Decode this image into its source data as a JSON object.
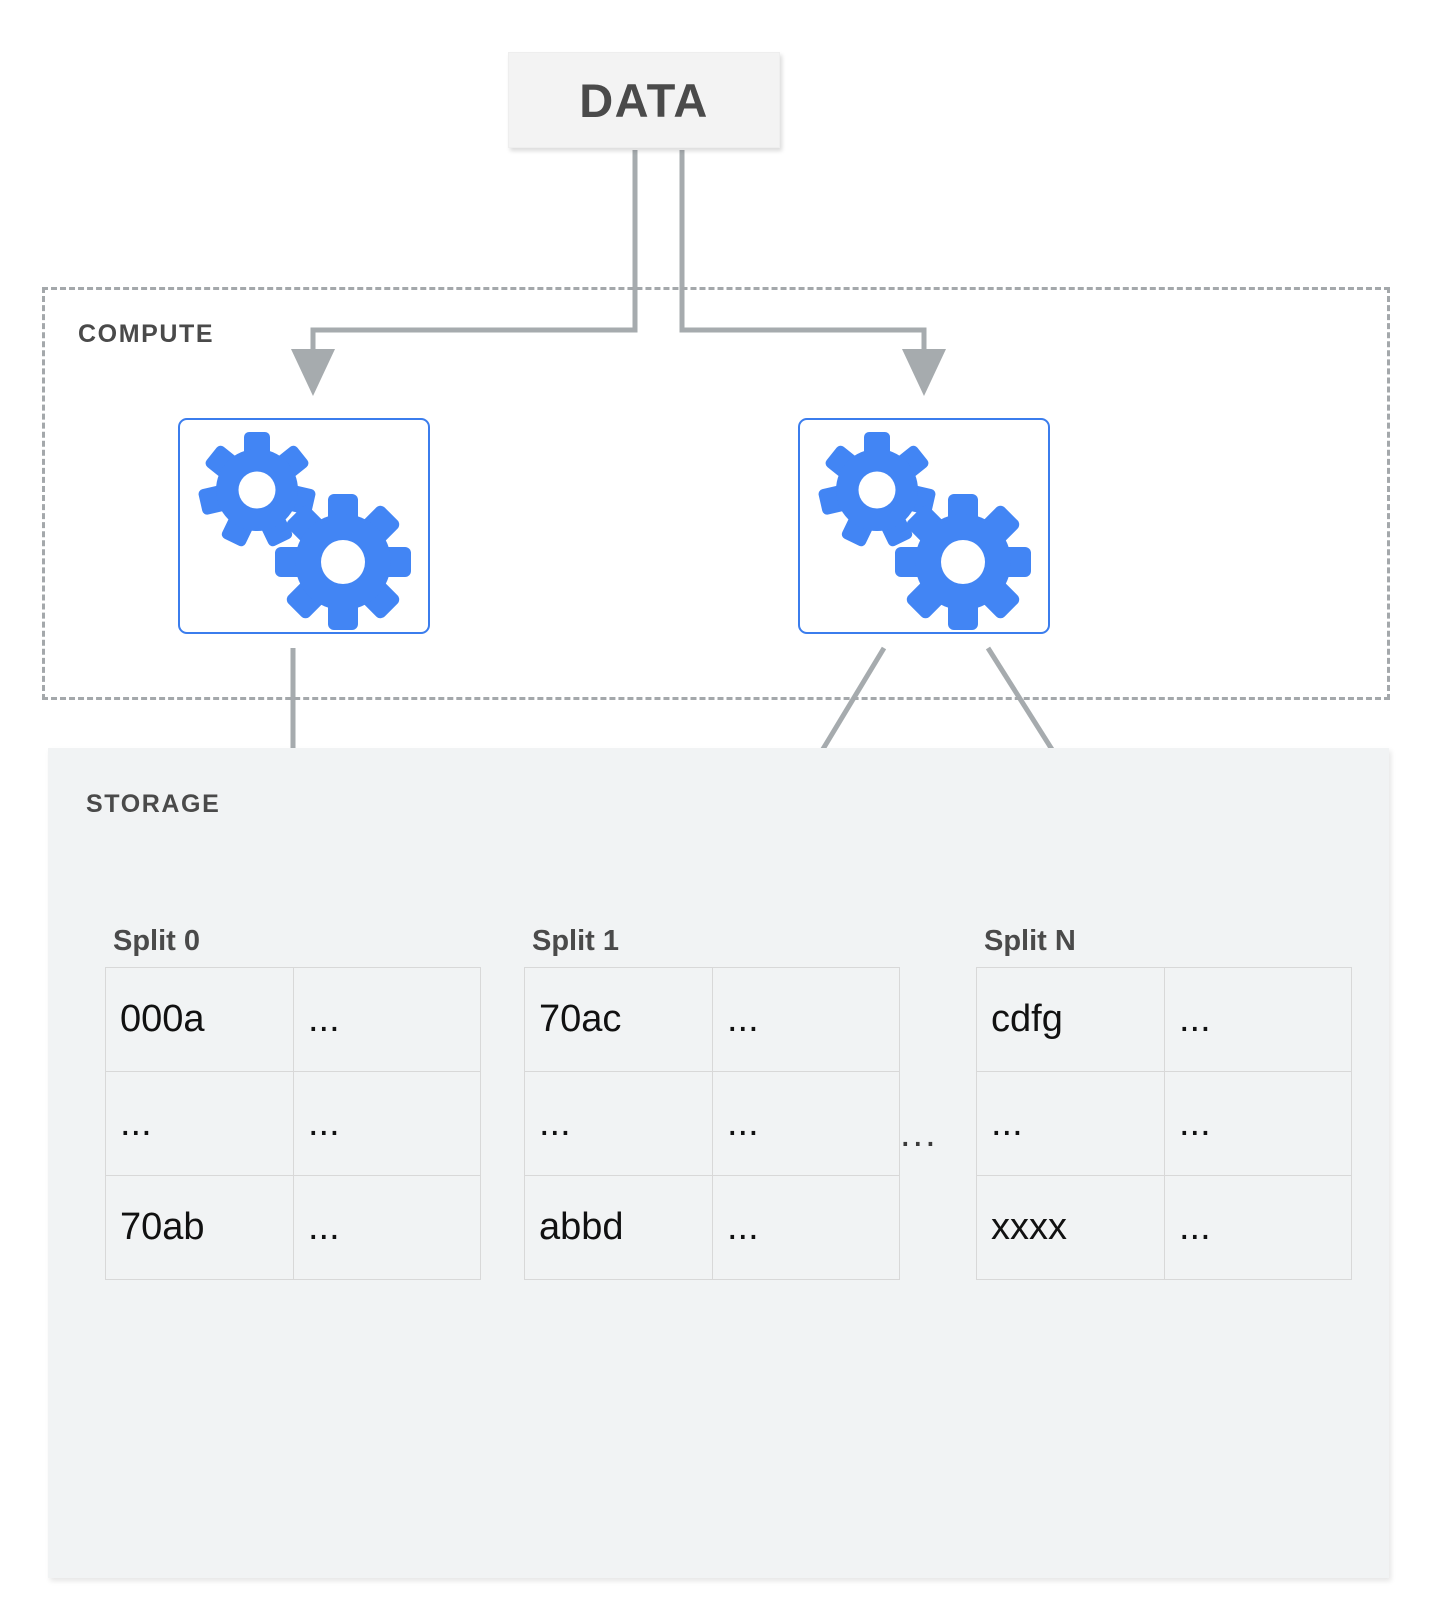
{
  "diagram": {
    "title": "DATA",
    "data_node": {
      "label": "DATA"
    },
    "compute": {
      "section_label": "COMPUTE",
      "workers": [
        {
          "name": "compute-worker-left",
          "icon": "gears-icon"
        },
        {
          "name": "compute-worker-right",
          "icon": "gears-icon"
        }
      ]
    },
    "storage": {
      "section_label": "STORAGE",
      "between_splits_ellipsis": "...",
      "splits": [
        {
          "label": "Split 0",
          "rows": [
            [
              "000a",
              "..."
            ],
            [
              "...",
              "..."
            ],
            [
              "70ab",
              "..."
            ]
          ]
        },
        {
          "label": "Split 1",
          "rows": [
            [
              "70ac",
              "..."
            ],
            [
              "...",
              "..."
            ],
            [
              "abbd",
              "..."
            ]
          ]
        },
        {
          "label": "Split N",
          "rows": [
            [
              "cdfg",
              "..."
            ],
            [
              "...",
              "..."
            ],
            [
              "xxxx",
              "..."
            ]
          ]
        }
      ]
    },
    "colors": {
      "accent_blue": "#3b7ded",
      "gear_blue": "#4285f4",
      "connector_gray": "#9aa0a6",
      "text_dark": "#4a4a4a",
      "storage_bg": "#f1f3f4",
      "data_bg": "#f3f3f3"
    }
  }
}
